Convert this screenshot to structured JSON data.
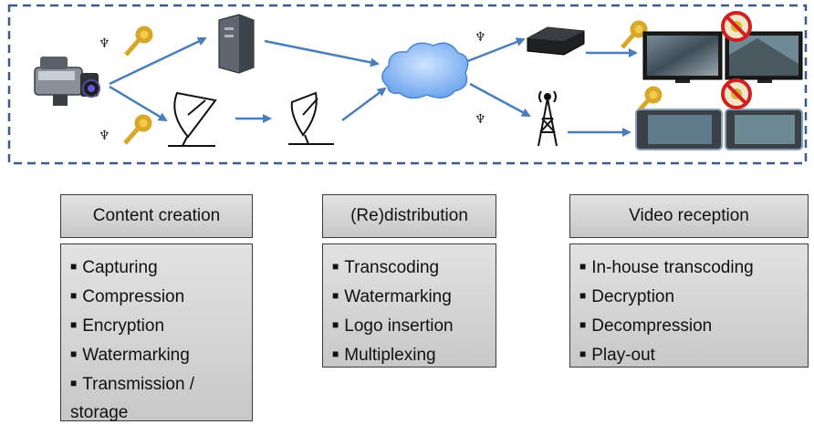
{
  "sections": [
    {
      "title": "Content creation",
      "items": [
        "Capturing",
        "Compression",
        "Encryption",
        "Watermarking",
        "Transmission /"
      ],
      "continuation": "storage"
    },
    {
      "title": "(Re)distribution",
      "items": [
        "Transcoding",
        "Watermarking",
        "Logo insertion",
        "Multiplexing"
      ]
    },
    {
      "title": "Video reception",
      "items": [
        "In-house transcoding",
        "Decryption",
        "Decompression",
        "Play-out"
      ]
    }
  ],
  "icons": [
    "video-camera-icon",
    "watermark-icon",
    "key-icon",
    "server-icon",
    "satellite-dish-icon",
    "cloud-icon",
    "set-top-box-icon",
    "broadcast-tower-icon",
    "tv-icon",
    "tablet-icon",
    "prohibited-icon"
  ],
  "colors": {
    "arrow": "#4a7ebb",
    "border_dashed": "#3c5a8a",
    "box_fill": "#d4d4d4",
    "cloud": "#7fb0f2"
  }
}
